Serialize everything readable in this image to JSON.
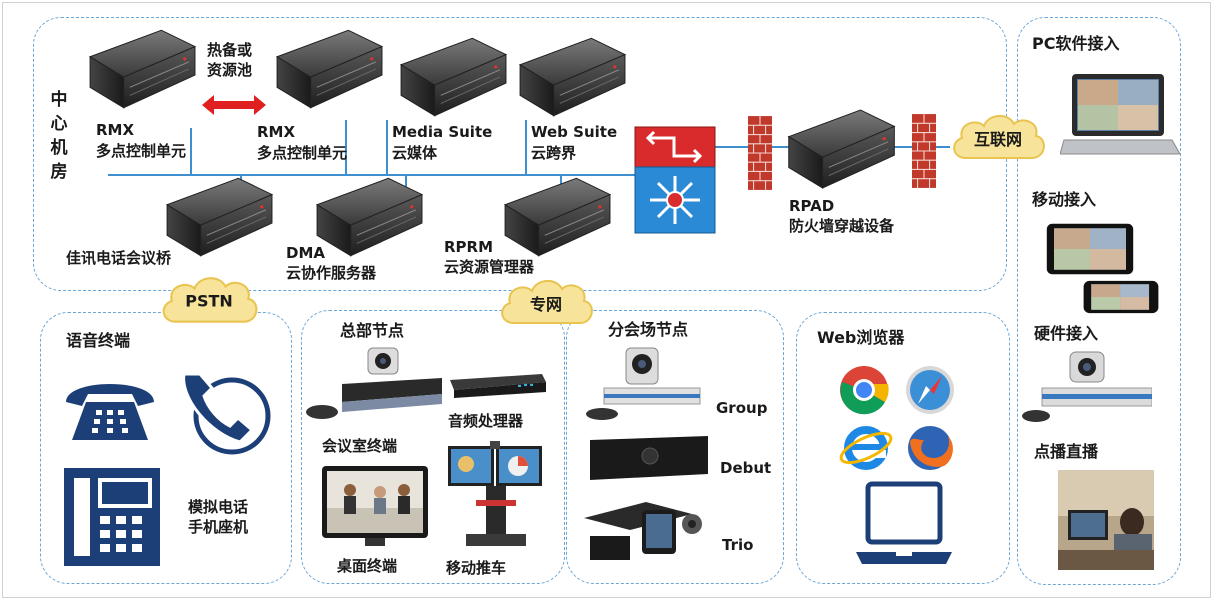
{
  "center": {
    "title": "中心机房",
    "rmx1": [
      "RMX",
      "多点控制单元"
    ],
    "rmx2": [
      "RMX",
      "多点控制单元"
    ],
    "hotbackup": [
      "热备或",
      "资源池"
    ],
    "media_suite": [
      "Media Suite",
      "云媒体"
    ],
    "web_suite": [
      "Web Suite",
      "云跨界"
    ],
    "jiaxun": "佳讯电话会议桥",
    "dma": [
      "DMA",
      "云协作服务器"
    ],
    "rprm": [
      "RPRM",
      "云资源管理器"
    ],
    "rpad": [
      "RPAD",
      "防火墙穿越设备"
    ]
  },
  "clouds": {
    "internet": "互联网",
    "pstn": "PSTN",
    "private": "专网"
  },
  "right": {
    "pc": "PC软件接入",
    "mobile": "移动接入",
    "hardware": "硬件接入",
    "vod": "点播直播"
  },
  "voice": {
    "title": "语音终端",
    "analog": [
      "模拟电话",
      "手机座机"
    ]
  },
  "hq": {
    "title": "总部节点",
    "room": "会议室终端",
    "audio": "音频处理器",
    "desktop": "桌面终端",
    "cart": "移动推车"
  },
  "branch": {
    "title": "分会场节点",
    "group": "Group",
    "debut": "Debut",
    "trio": "Trio"
  },
  "web": {
    "title": "Web浏览器"
  }
}
